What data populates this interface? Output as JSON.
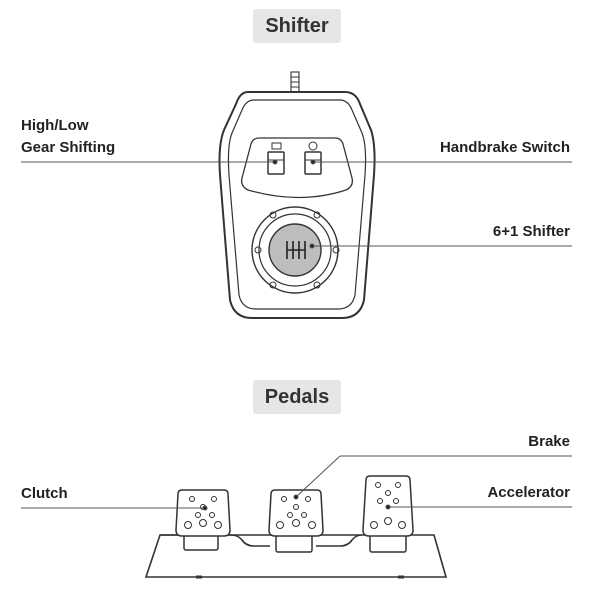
{
  "sections": {
    "shifter": "Shifter",
    "pedals": "Pedals"
  },
  "labels": {
    "high_low_line1": "High/Low",
    "high_low_line2": "Gear Shifting",
    "handbrake_switch": "Handbrake Switch",
    "shifter_6_1": "6+1 Shifter",
    "brake": "Brake",
    "clutch": "Clutch",
    "accelerator": "Accelerator"
  }
}
